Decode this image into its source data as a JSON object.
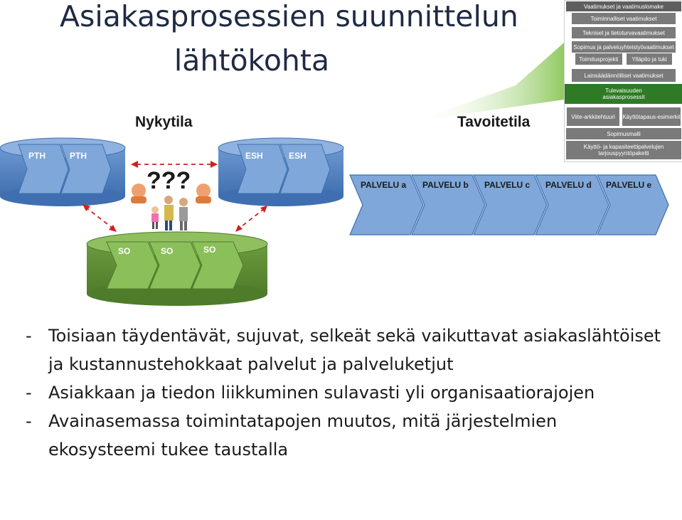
{
  "slide": {
    "title_line1": "Asiakasprosessien suunnittelun",
    "title_line2": "lähtökohta"
  },
  "diagram": {
    "current_state_label": "Nykytila",
    "target_state_label": "Tavoitetila",
    "pth_labels": [
      "PTH",
      "PTH"
    ],
    "esh_labels": [
      "ESH",
      "ESH"
    ],
    "so_labels": [
      "SO",
      "SO",
      "SO"
    ],
    "question_marks": "???",
    "service_labels": [
      "PALVELU a",
      "PALVELU b",
      "PALVELU c",
      "PALVELU d",
      "PALVELU e"
    ],
    "colors": {
      "blue_chevron": "#7fa7d9",
      "green_chevron": "#8bbf5a",
      "stack_gray": "#7a7a7a",
      "stack_green": "#2e7a25"
    }
  },
  "stack": {
    "row1": "Vaatimukset ja vaatimuslomake",
    "row2": "Toiminnalliset vaatimukset",
    "row3": "Tekniset ja tietoturvavaatimukset",
    "row4": "Sopimus ja palveluyhteistyövaatimukset",
    "row5_left": "Toimitusprojekti",
    "row5_right": "Ylläpito ja tuki",
    "row6": "Lainsäädännölliset vaatimukset",
    "row7": "Tulevaisuuden asiakasprosessit",
    "row8_left": "Viite-arkkitehtuuri",
    "row8_right": "Käyttötapaus-esimerkit",
    "row9": "Sopimusmalli",
    "row10": "Käyttö- ja kapasiteettipalvelujen tarjouspyyntöpaketti"
  },
  "bullets": [
    {
      "dash": "-",
      "text": "Toisiaan täydentävät, sujuvat, selkeät sekä vaikuttavat asiakaslähtöiset ja kustannustehokkaat palvelut ja palveluketjut"
    },
    {
      "dash": "-",
      "text": "Asiakkaan ja tiedon liikkuminen sulavasti yli organisaatiorajojen"
    },
    {
      "dash": "-",
      "text": "Avainasemassa toimintatapojen muutos, mitä järjestelmien ekosysteemi tukee taustalla"
    }
  ]
}
